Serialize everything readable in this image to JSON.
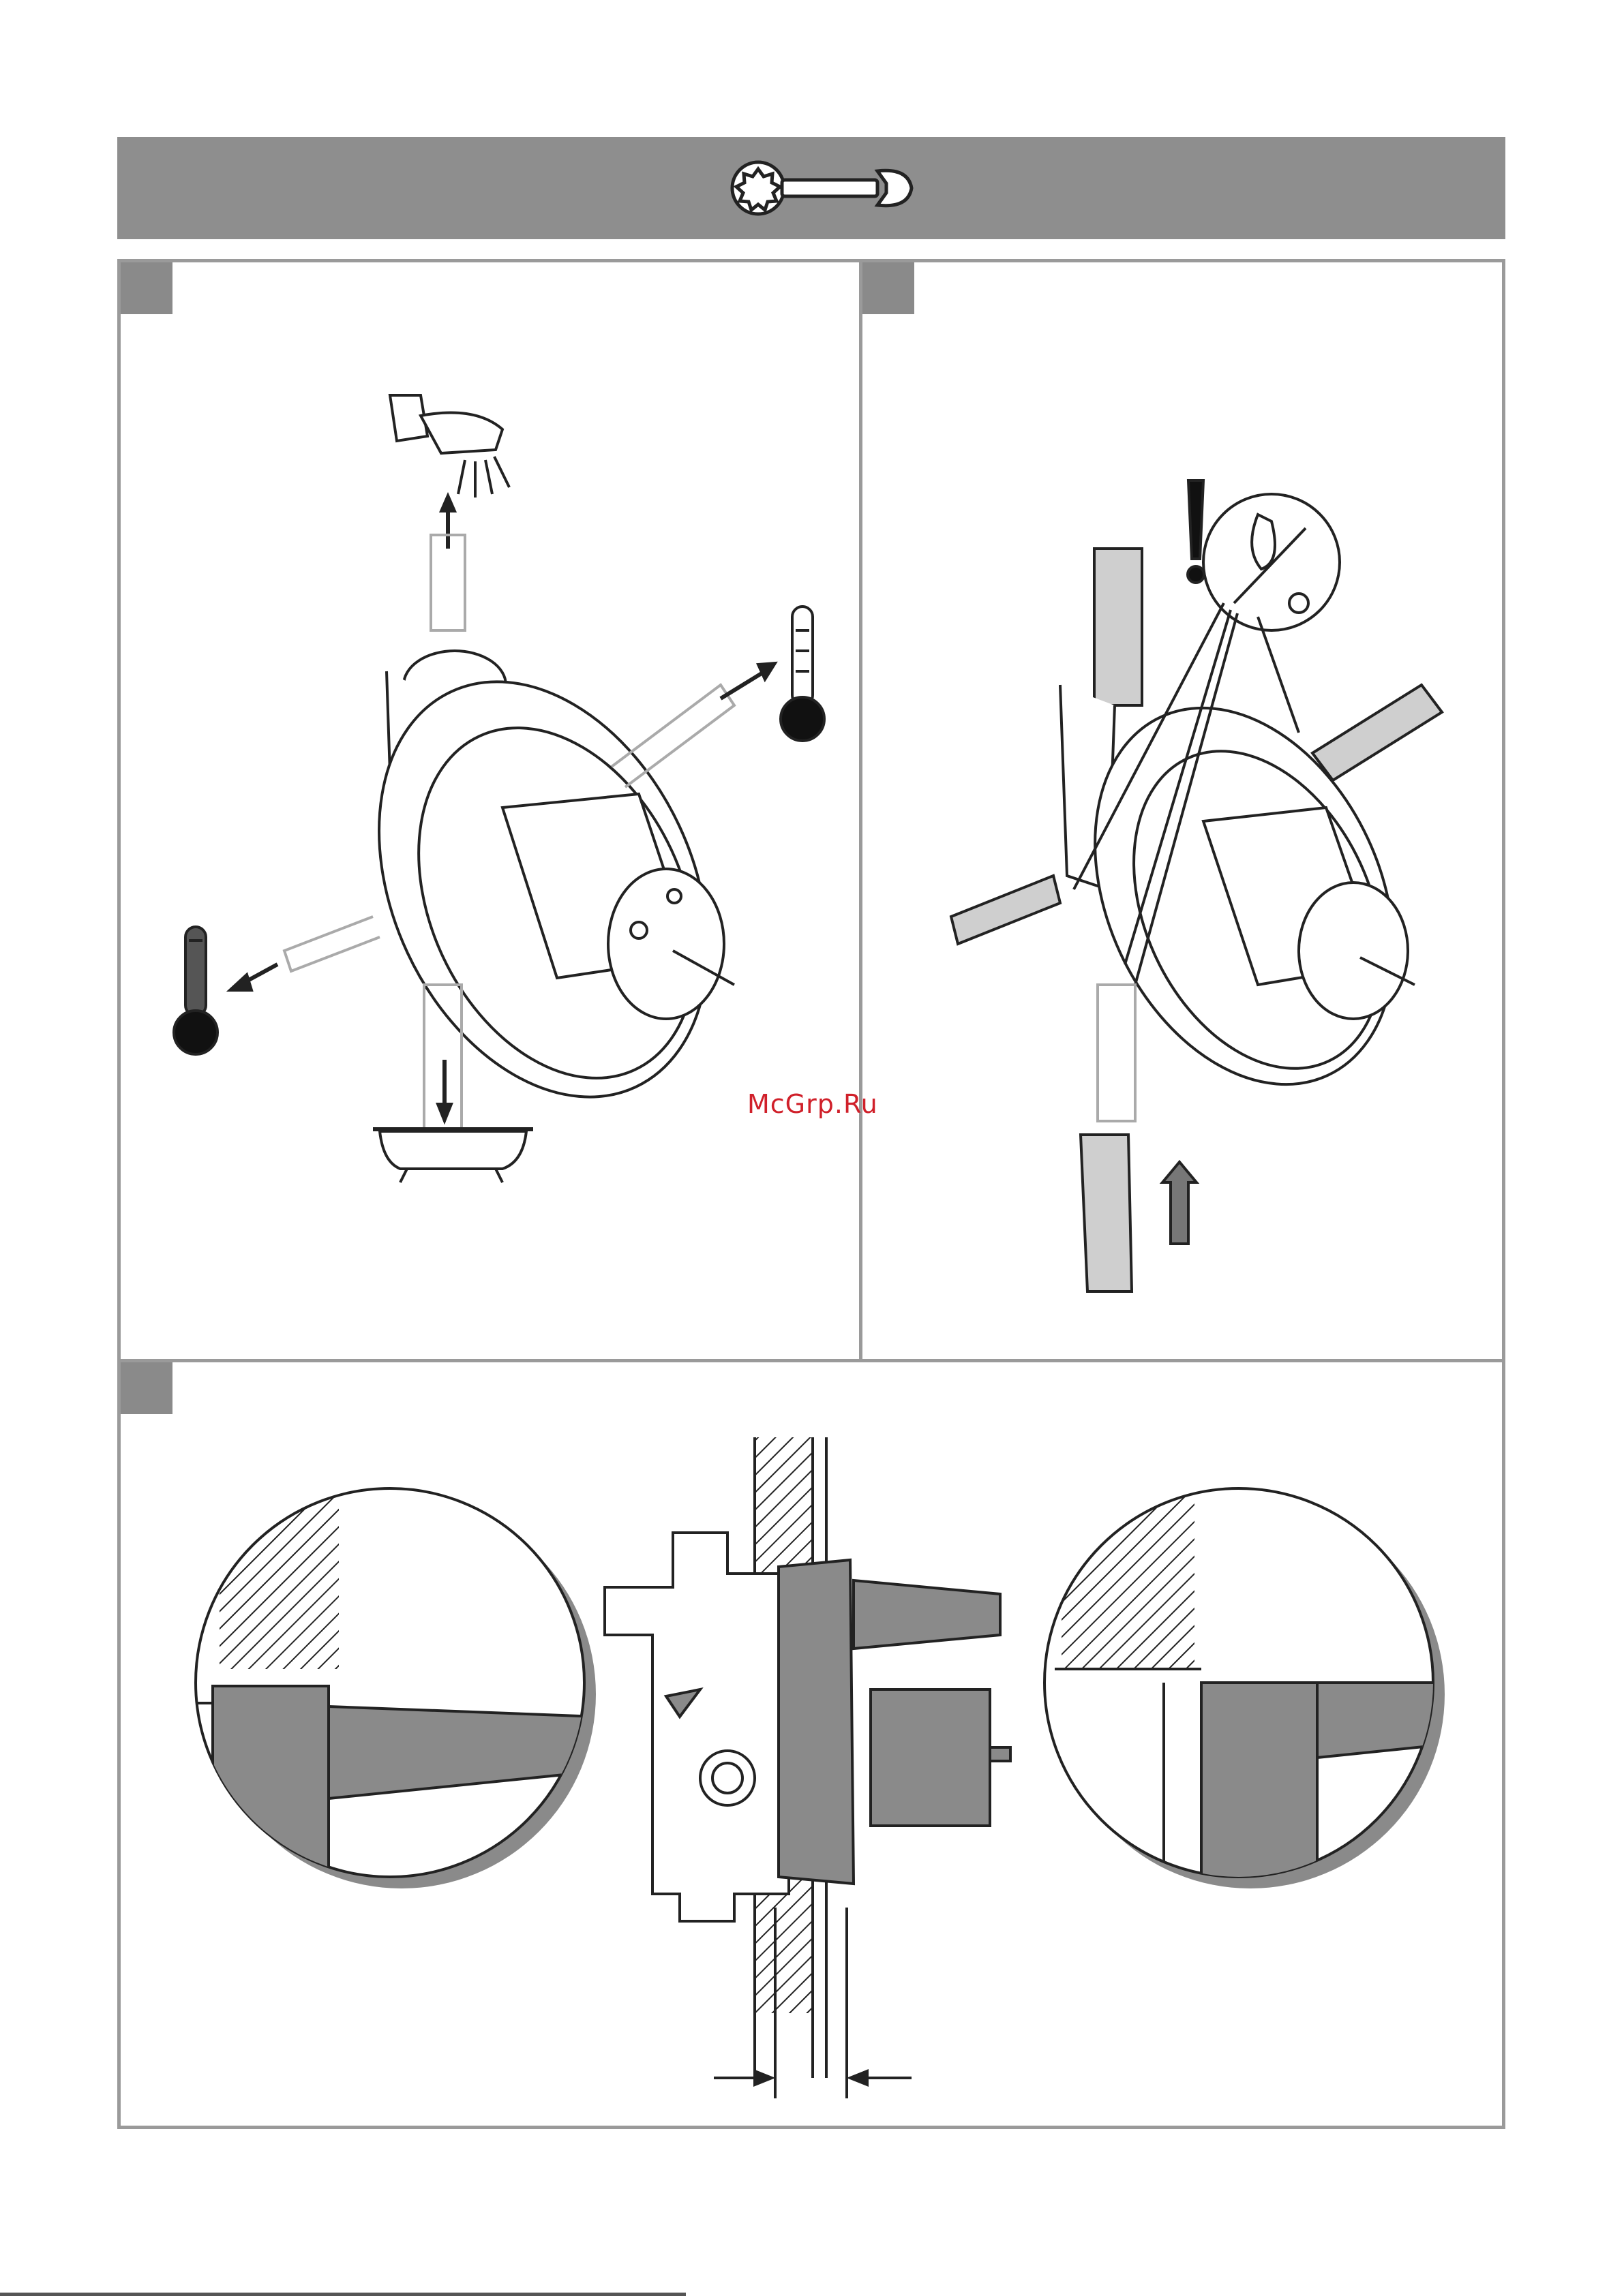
{
  "header": {
    "icon": "wrench-icon"
  },
  "watermark": {
    "text": "McGrp.Ru"
  },
  "panels": [
    {
      "name": "panel-flow-connections",
      "icons": [
        "shower-head-icon",
        "thermometer-hot-icon",
        "thermometer-cold-icon",
        "bathtub-icon",
        "mixer-valve-icon"
      ]
    },
    {
      "name": "panel-flush-pipes",
      "icons": [
        "warning-icon",
        "no-drops-icon",
        "hose-icon",
        "up-arrow-icon"
      ]
    },
    {
      "name": "panel-wall-depth",
      "icons": [
        "wall-section-icon",
        "detail-zoom-icon",
        "depth-dimension-icon"
      ]
    }
  ],
  "colors": {
    "header": "#8e8e8e",
    "border": "#9a9a9a",
    "fill": "#8a8a8a",
    "watermark": "#d0202a"
  }
}
